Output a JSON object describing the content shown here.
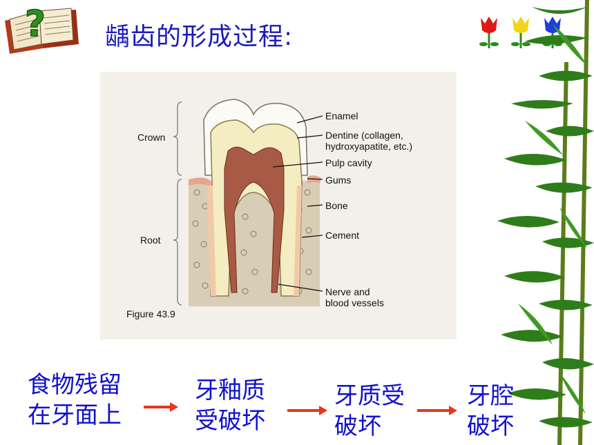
{
  "slide_title": "龋齿的形成过程:",
  "figure": {
    "labels": {
      "enamel": "Enamel",
      "dentine_line1": "Dentine (collagen,",
      "dentine_line2": "hydroxyapatite, etc.)",
      "pulp": "Pulp cavity",
      "gums": "Gums",
      "bone": "Bone",
      "cement": "Cement",
      "nerve_line1": "Nerve and",
      "nerve_line2": "blood vessels",
      "crown": "Crown",
      "root": "Root",
      "caption": "Figure 43.9"
    }
  },
  "flow": {
    "step1_line1": "食物残留",
    "step1_line2": "在牙面上",
    "step2_line1": "牙釉质",
    "step2_line2": "受破坏",
    "step3_line1": "牙质受",
    "step3_line2": "破坏",
    "step4_line1": "牙腔",
    "step4_line2": "破坏"
  },
  "colors": {
    "title": "#1a1ab8",
    "flow_text": "#1111cc",
    "arrow": "#e8351c",
    "bamboo": "#2e7d1a"
  },
  "icons": [
    "book-question-icon",
    "tulip-flowers-icon",
    "bamboo-decoration"
  ]
}
